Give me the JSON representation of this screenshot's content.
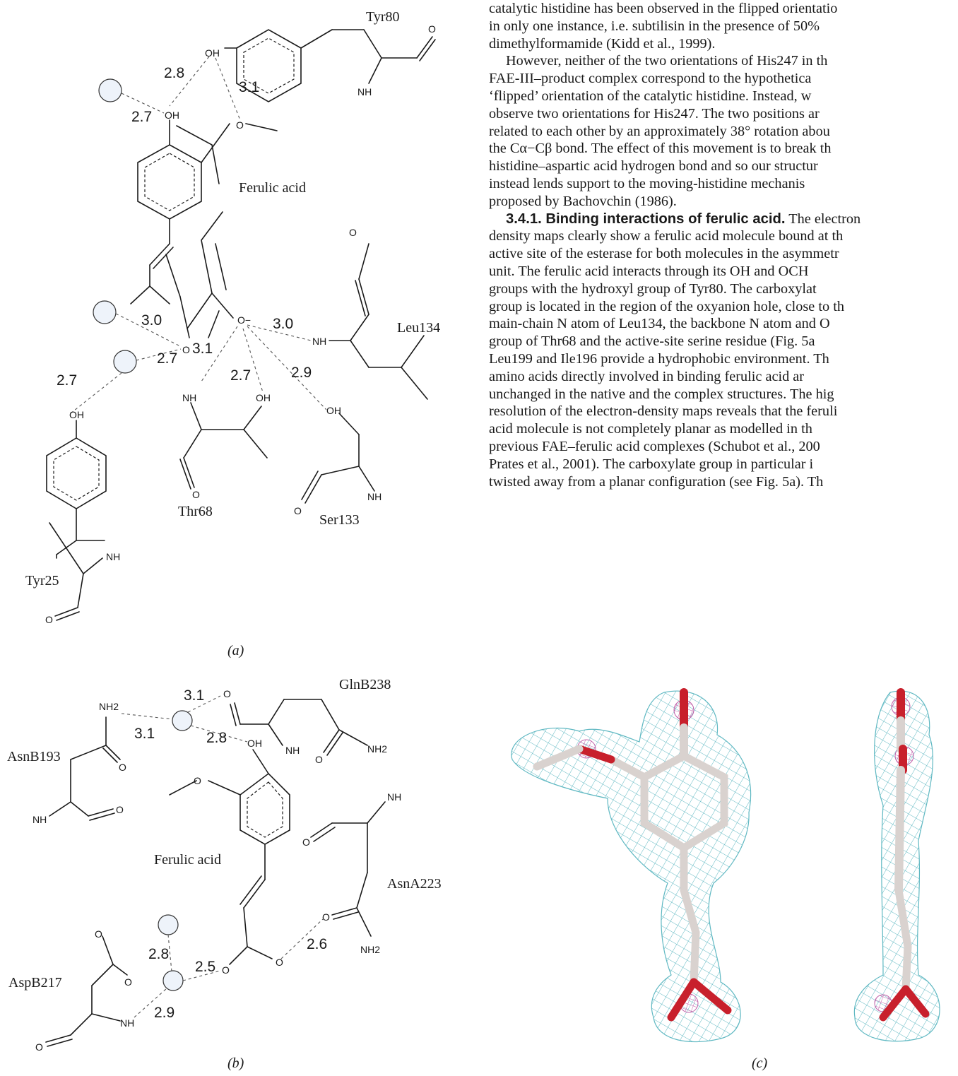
{
  "body_text": {
    "lines": [
      "catalytic histidine has been observed in the flipped orientatio",
      "in only one instance, i.e. subtilisin in the presence of 50%",
      "dimethylformamide (Kidd et al., 1999).",
      "However, neither of the two orientations of His247 in th",
      "FAE-III–product complex correspond to the hypothetica",
      "‘flipped’ orientation of the catalytic histidine. Instead, w",
      "observe two orientations for His247. The two positions ar",
      "related to each other by an approximately 38° rotation abou",
      "the Cα−Cβ bond. The effect of this movement is to break th",
      "histidine–aspartic acid hydrogen bond and so our structur",
      "instead lends support to the moving-histidine mechanis",
      "proposed by Bachovchin (1986).",
      "3.4.1. Binding interactions of ferulic acid. The electron",
      "density maps clearly show a ferulic acid molecule bound at th",
      "active site of the esterase for both molecules in the asymmetr",
      "unit. The ferulic acid interacts through its OH and OCH",
      "groups with the hydroxyl group of Tyr80. The carboxylat",
      "group is located in the region of the oxyanion hole, close to th",
      "main-chain N atom of Leu134, the backbone N atom and O",
      "group of Thr68 and the active-site serine residue (Fig. 5a",
      "Leu199 and Ile196 provide a hydrophobic environment. Th",
      "amino acids directly involved in binding ferulic acid ar",
      "unchanged in the native and the complex structures. The hig",
      "resolution of the electron-density maps reveals that the feruli",
      "acid molecule is not completely planar as modelled in th",
      "previous FAE–ferulic acid complexes (Schubot et al., 200",
      "Prates et al., 2001). The carboxylate group in particular i",
      "twisted away from a planar configuration (see Fig. 5a). Th"
    ]
  },
  "figure_a": {
    "caption": "(a)",
    "residues": {
      "tyr80": "Tyr80",
      "ferulic": "Ferulic acid",
      "leu134": "Leu134",
      "thr68": "Thr68",
      "ser133": "Ser133",
      "tyr25": "Tyr25"
    },
    "distances": [
      "2.8",
      "3.1",
      "2.7",
      "3.0",
      "3.0",
      "2.7",
      "3.1",
      "2.7",
      "2.9",
      "2.7"
    ],
    "atoms": {
      "oh": "OH",
      "o": "O",
      "nh": "NH",
      "ominus": "O−"
    }
  },
  "figure_b": {
    "caption": "(b)",
    "residues": {
      "gln": "GlnB238",
      "asn193": "AsnB193",
      "ferulic": "Ferulic acid",
      "asn223": "AsnA223",
      "asp217": "AspB217"
    },
    "distances": [
      "3.1",
      "3.1",
      "2.8",
      "2.6",
      "2.8",
      "2.5",
      "2.9"
    ],
    "atoms": {
      "nh2": "NH2",
      "oh": "OH",
      "o": "O",
      "nh": "NH"
    }
  },
  "figure_c": {
    "caption": "(c)",
    "colors": {
      "mesh": "#5fb8c2",
      "mesh_inner": "#c05fa8",
      "carbon": "#d9d2cf",
      "oxygen": "#c8202c"
    }
  }
}
